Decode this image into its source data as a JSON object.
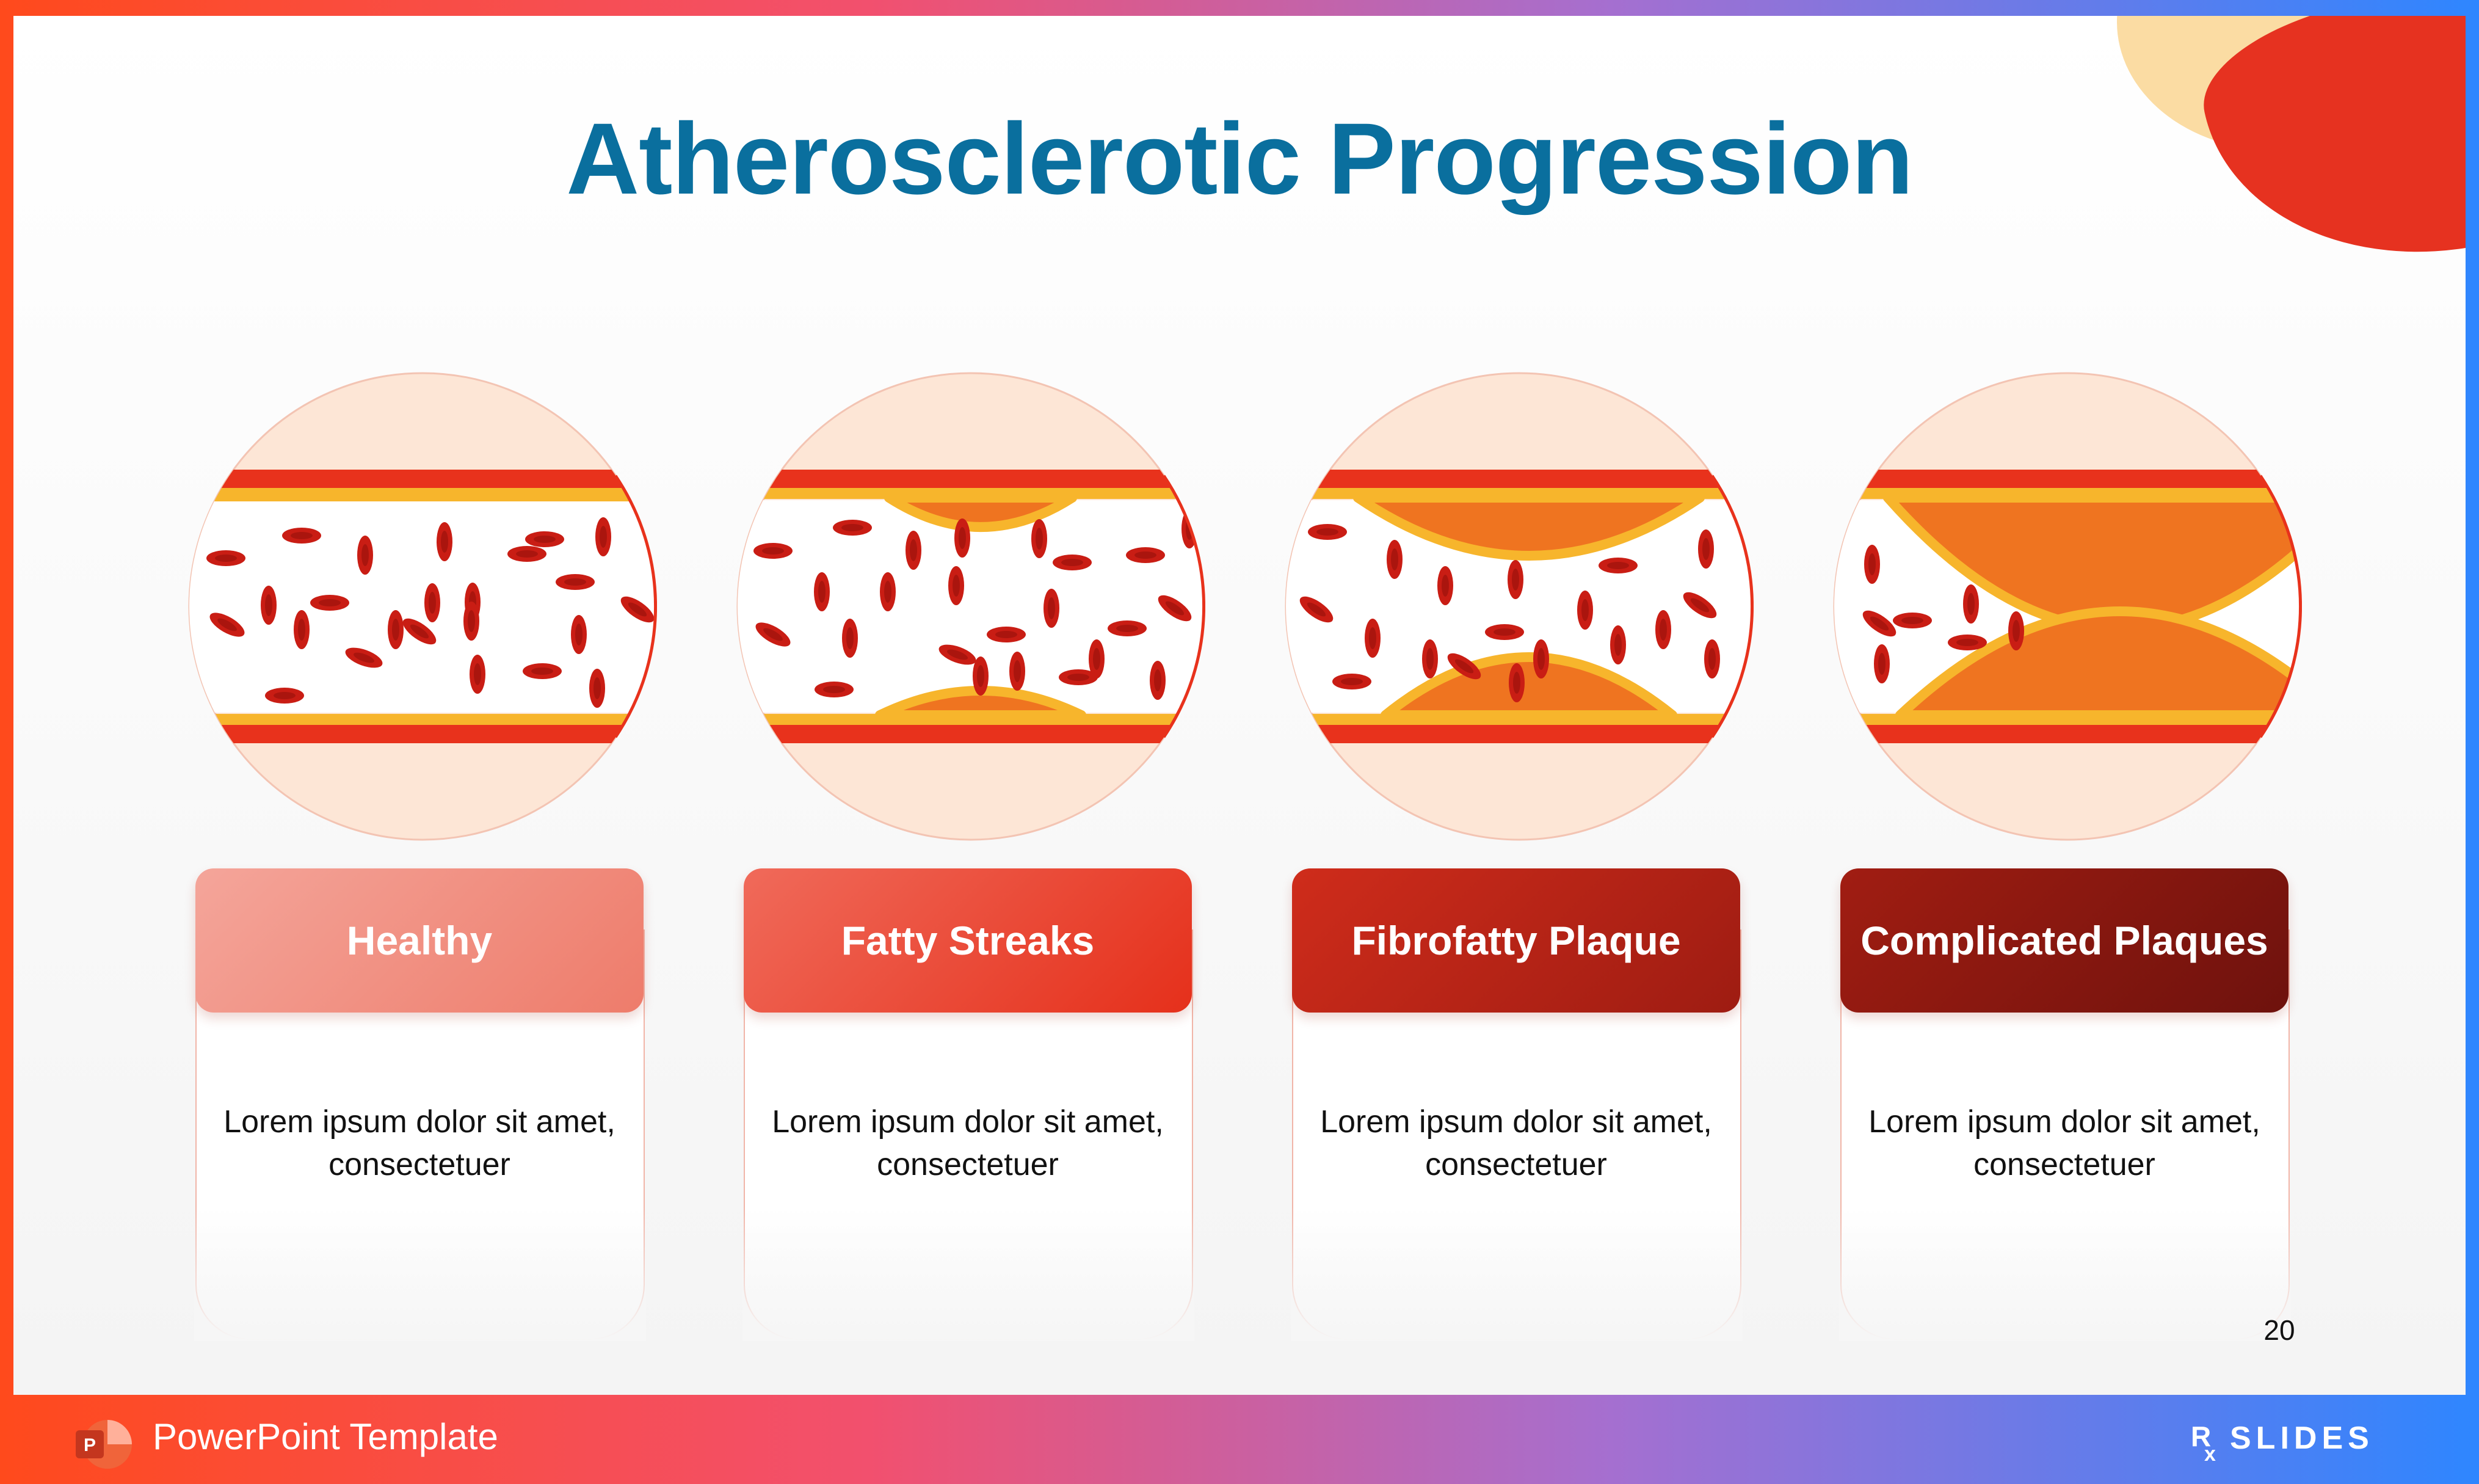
{
  "slide": {
    "title": "Atherosclerotic Progression",
    "page_number": "20"
  },
  "stages": [
    {
      "label": "Healthy",
      "description": "Lorem ipsum dolor sit amet, consectetuer",
      "color_top": "#f4a59a",
      "color_bottom": "#ee7c6b"
    },
    {
      "label": "Fatty Streaks",
      "description": "Lorem ipsum dolor sit amet, consectetuer",
      "color_top": "#f06a5a",
      "color_bottom": "#e5301b"
    },
    {
      "label": "Fibrofatty Plaque",
      "description": "Lorem ipsum dolor sit amet, consectetuer",
      "color_top": "#cf2c1b",
      "color_bottom": "#9e1c12"
    },
    {
      "label": "Complicated Plaques",
      "description": "Lorem ipsum dolor sit amet, consectetuer",
      "color_top": "#a11d12",
      "color_bottom": "#6e120d"
    }
  ],
  "footer": {
    "template_label": "PowerPoint Template",
    "app_icon": "powerpoint-icon",
    "brand_logo_text": "SLIDES",
    "brand_logo_prefix": "Rx"
  },
  "colors": {
    "title": "#0a6f9e",
    "vessel_wall": "#e8321c",
    "vessel_edge": "#f7b52c",
    "plaque": "#ef7420",
    "circle_bg": "#fde6d6",
    "blood_cell": "#c91d14"
  }
}
